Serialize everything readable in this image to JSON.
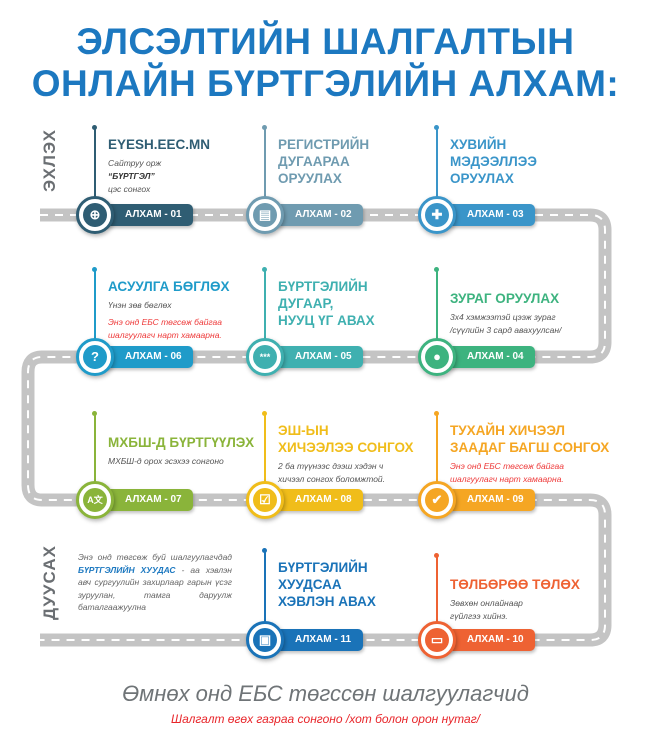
{
  "title": [
    "ЭЛСЭЛТИЙН ШАЛГАЛТЫН",
    "ОНЛАЙН БҮРТГЭЛИЙН АЛХАМ:"
  ],
  "start_label": "ЭХЛЭХ",
  "end_label": "ДУУСАХ",
  "steps": [
    {
      "label": "АЛХАМ - 01",
      "color": "#2f5d73",
      "icon": "globe-icon",
      "glyph": "⊕",
      "title": [
        "EYESH.EEC.MN"
      ],
      "desc": [
        "Сайтруу орж",
        "“БҮРТГЭЛ”",
        "цэс сонгох"
      ]
    },
    {
      "label": "АЛХАМ - 02",
      "color": "#6f9bb0",
      "icon": "id-card-icon",
      "glyph": "▤",
      "title": [
        "РЕГИСТРИЙН",
        "ДУГААРАА",
        "ОРУУЛАХ"
      ]
    },
    {
      "label": "АЛХАМ - 03",
      "color": "#3a95c9",
      "icon": "user-add-icon",
      "glyph": "✚",
      "title": [
        "ХУВИЙН",
        "МЭДЭЭЛЛЭЭ",
        "ОРУУЛАХ"
      ]
    },
    {
      "label": "АЛХАМ - 04",
      "color": "#3db37f",
      "icon": "user-icon",
      "glyph": "●",
      "title": [
        "ЗУРАГ ОРУУЛАХ"
      ],
      "desc": [
        "3x4 хэмжээтэй цээж зураг",
        "/сүүлийн 3 сард авахуулсан/"
      ]
    },
    {
      "label": "АЛХАМ - 05",
      "color": "#3fb0b0",
      "icon": "password-icon",
      "glyph": "***",
      "title": [
        "БҮРТГЭЛИЙН",
        "ДУГААР,",
        "НУУЦ ҮГ АВАХ"
      ]
    },
    {
      "label": "АЛХАМ - 06",
      "color": "#1f9bc9",
      "icon": "question-icon",
      "glyph": "?",
      "title": [
        "АСУУЛГА БӨГЛӨХ"
      ],
      "desc": [
        "Үнэн зөв бөглөх"
      ],
      "note": [
        "Энэ онд ЕБС төгсөж байгаа",
        "шалгуулагч нарт хамаарна."
      ]
    },
    {
      "label": "АЛХАМ - 07",
      "color": "#8ab43a",
      "icon": "translate-icon",
      "glyph": "A文",
      "title": [
        "МХБШ-Д БҮРТГҮҮЛЭХ"
      ],
      "desc": [
        "МХБШ-д орох эсэхээ сонгоно"
      ]
    },
    {
      "label": "АЛХАМ - 08",
      "color": "#f0bd1a",
      "icon": "checklist-icon",
      "glyph": "☑",
      "title": [
        "ЭШ-ЫН",
        "ХИЧЭЭЛЭЭ СОНГОХ"
      ],
      "desc": [
        "2 ба түүнээс дээш хэдэн ч",
        "хичээл сонгох боломжтой."
      ]
    },
    {
      "label": "АЛХАМ - 09",
      "color": "#f5a623",
      "icon": "teacher-icon",
      "glyph": "✔",
      "title": [
        "ТУХАЙН ХИЧЭЭЛ",
        "ЗААДАГ БАГШ СОНГОХ"
      ],
      "note": [
        "Энэ онд ЕБС төгсөж байгаа",
        "шалгуулагч нарт хамаарна."
      ]
    },
    {
      "label": "АЛХАМ - 10",
      "color": "#ee6233",
      "icon": "credit-card-icon",
      "glyph": "▭",
      "title": [
        "ТӨЛБӨРӨӨ ТӨЛӨХ"
      ],
      "desc": [
        "Зөвхөн онлайнаар",
        "гүйлгээ хийнэ."
      ]
    },
    {
      "label": "АЛХАМ - 11",
      "color": "#1a73b8",
      "icon": "document-icon",
      "glyph": "▣",
      "title": [
        "БҮРТГЭЛИЙН",
        "ХУУДСАА",
        "ХЭВЛЭН АВАХ"
      ]
    }
  ],
  "final_note": {
    "pre": "Энэ онд төгсөж буй шалгуулагчдад",
    "bold": "БҮРТГЭЛИЙН ХУУДАС",
    "post": "- аа хэвлэн авч сургуулийн захирлаар гарын үсэг зуруулан, тамга даруулж баталгаажуулна"
  },
  "footer": {
    "main": "Өмнөх онд ЕБС төгссөн шалгуулагчид",
    "sub": "Шалгалт өгөх газраа сонгоно /хот болон орон нутаг/"
  }
}
